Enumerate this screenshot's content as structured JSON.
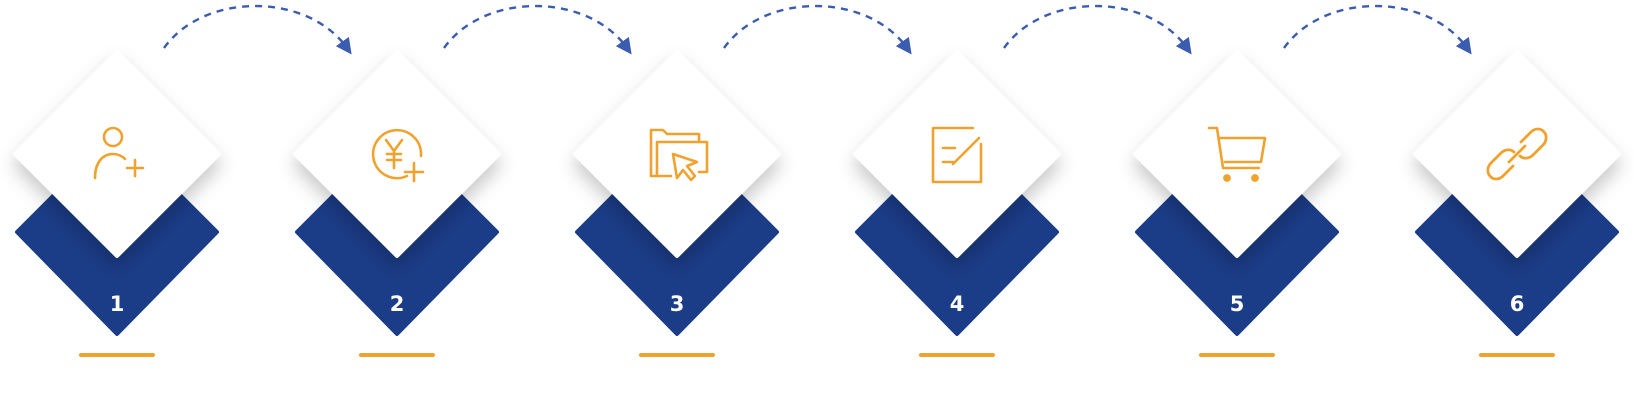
{
  "colors": {
    "navy": "#1b3c87",
    "orange": "#f0a22e",
    "arrow_blue": "#3b5cb0",
    "tile": "#ffffff"
  },
  "steps": [
    {
      "number": "1",
      "icon": "user-plus-icon"
    },
    {
      "number": "2",
      "icon": "yen-coin-plus-icon"
    },
    {
      "number": "3",
      "icon": "folder-cursor-icon"
    },
    {
      "number": "4",
      "icon": "edit-document-icon"
    },
    {
      "number": "5",
      "icon": "shopping-cart-icon"
    },
    {
      "number": "6",
      "icon": "link-icon"
    }
  ]
}
